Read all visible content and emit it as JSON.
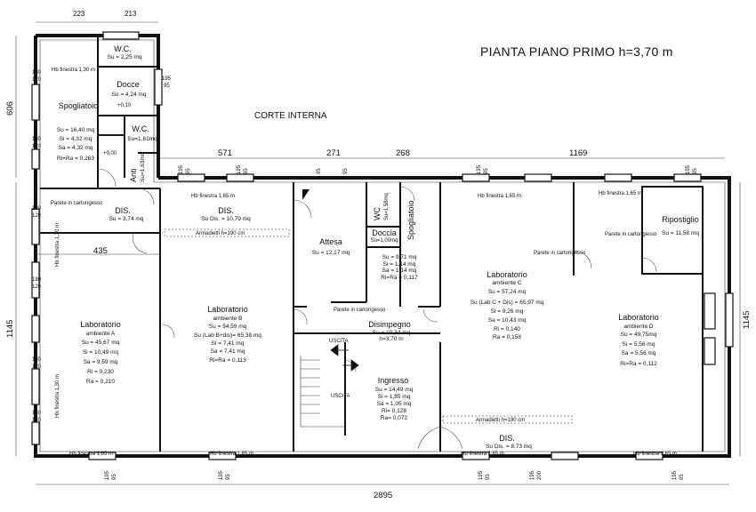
{
  "title": "PIANTA  PIANO PRIMO h=3,70 m",
  "courtyard": "CORTE INTERNA",
  "rooms": {
    "wc1": {
      "name": "W.C.",
      "lines": [
        "Su = 2,25 mq"
      ]
    },
    "docce": {
      "name": "Docce",
      "lines": [
        "Su = 4,24 mq"
      ]
    },
    "spogliatoio": {
      "name": "Spogliatoio",
      "lines": [
        "Su = 16,40 mq",
        "Si = 4,32 mq",
        "Sa = 4,32 mq",
        "Ri=Ra = 0,263"
      ]
    },
    "wc2": {
      "name": "W.C.",
      "lines": [
        "Su=1,61mq"
      ]
    },
    "anti": {
      "name": "Anti",
      "lines": [
        "Su=1,63mq"
      ]
    },
    "dis1": {
      "name": "DIS.",
      "lines": [
        "Su = 3,74 mq"
      ]
    },
    "dis2": {
      "name": "DIS.",
      "lines": [
        "Su Dis. = 10,79 mq"
      ]
    },
    "labA": {
      "name": "Laboratorio",
      "sub": "ambiente A",
      "lines": [
        "Su = 45,67 mq",
        "Si = 10,49 mq",
        "Sa = 9,59 mq",
        "Ri = 0,230",
        "Ra = 0,210"
      ]
    },
    "labB": {
      "name": "Laboratorio",
      "sub": "ambiente B",
      "lines": [
        "Su = 54,59 mq",
        "Su (Lab B+dis)= 65,38 mq",
        "Si = 7,41 mq",
        "Sa = 7,41 mq",
        "Ri=Ra = 0,113"
      ]
    },
    "attesa": {
      "name": "Attesa",
      "lines": [
        "Su = 12,17 mq"
      ]
    },
    "wc3": {
      "name": "WC",
      "lines": [
        "Su=1,58mq"
      ]
    },
    "doccia": {
      "name": "Doccia",
      "lines": [
        "Su=1,00mq"
      ]
    },
    "spogliatoio2": {
      "name": "Spogliatoio",
      "lines": [
        "Su = 9,71 mq",
        "Si = 1,14 mq",
        "Sa = 1,14 mq",
        "Ri=Ra = 0,117"
      ]
    },
    "disimpegno": {
      "name": "Disimpegno",
      "lines": [
        "Su = 10,34 mq",
        "h=3,70 m"
      ]
    },
    "ingresso": {
      "name": "Ingresso",
      "lines": [
        "Su = 14,49 mq",
        "Si = 1,85 mq",
        "Sa = 1,05 mq",
        "Ri= 0,128",
        "Ra= 0,072"
      ]
    },
    "labC": {
      "name": "Laboratorio",
      "sub": "ambiente C",
      "lines": [
        "Su = 57,24 mq",
        "Su (Lab C + Dis) = 65,97 mq",
        "Si = 9,26 mq",
        "Sa = 10,43 mq",
        "Ri = 0,140",
        "Ra = 0,158"
      ]
    },
    "ripostiglio": {
      "name": "Ripostiglio",
      "lines": [
        "Su = 11,58 mq"
      ]
    },
    "labD": {
      "name": "Laboratorio",
      "sub": "ambiente D",
      "lines": [
        "Su = 49,75mq",
        "Si = 5,56 mq",
        "Sa = 5,56 mq",
        "Ri=Ra = 0,112"
      ]
    },
    "dis3": {
      "name": "DIS.",
      "lines": [
        "Su Dis. = 8,73 mq"
      ]
    }
  },
  "labels": {
    "uscita": "USCITA",
    "parete": "Parete in cartongesso",
    "armadietti": "Armadietti h=190 cm",
    "hb130": "Hb finestra 1,30 m",
    "hb165": "Hb finestra 1,65 m",
    "level_a": "+0,10",
    "level_b": "+0,00"
  },
  "dimensions": {
    "top_a": "223",
    "top_b": "213",
    "d571": "571",
    "d271": "271",
    "d268": "268",
    "d1169": "1169",
    "d435": "435",
    "d606": "606",
    "d1145": "1145",
    "d2895": "2895",
    "h180": "180",
    "h120": "120",
    "w195": "195",
    "w95": "95",
    "w190": "190",
    "w200": "200"
  }
}
